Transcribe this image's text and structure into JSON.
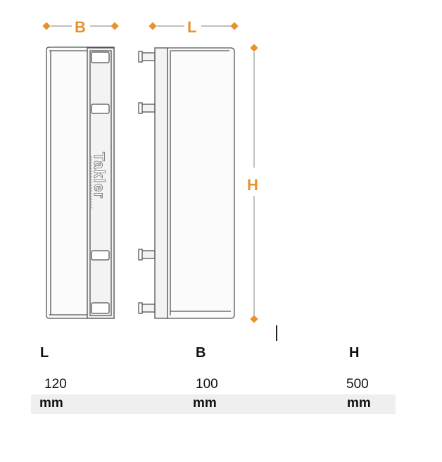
{
  "dimension_labels": {
    "width": "B",
    "length": "L",
    "height": "H"
  },
  "brand_mark": {
    "text": "Takler"
  },
  "accent_color": "#e8912e",
  "table": {
    "headers": [
      "L",
      "B",
      "H"
    ],
    "values": [
      "120",
      "100",
      "500"
    ],
    "units": [
      "mm",
      "mm",
      "mm"
    ]
  }
}
